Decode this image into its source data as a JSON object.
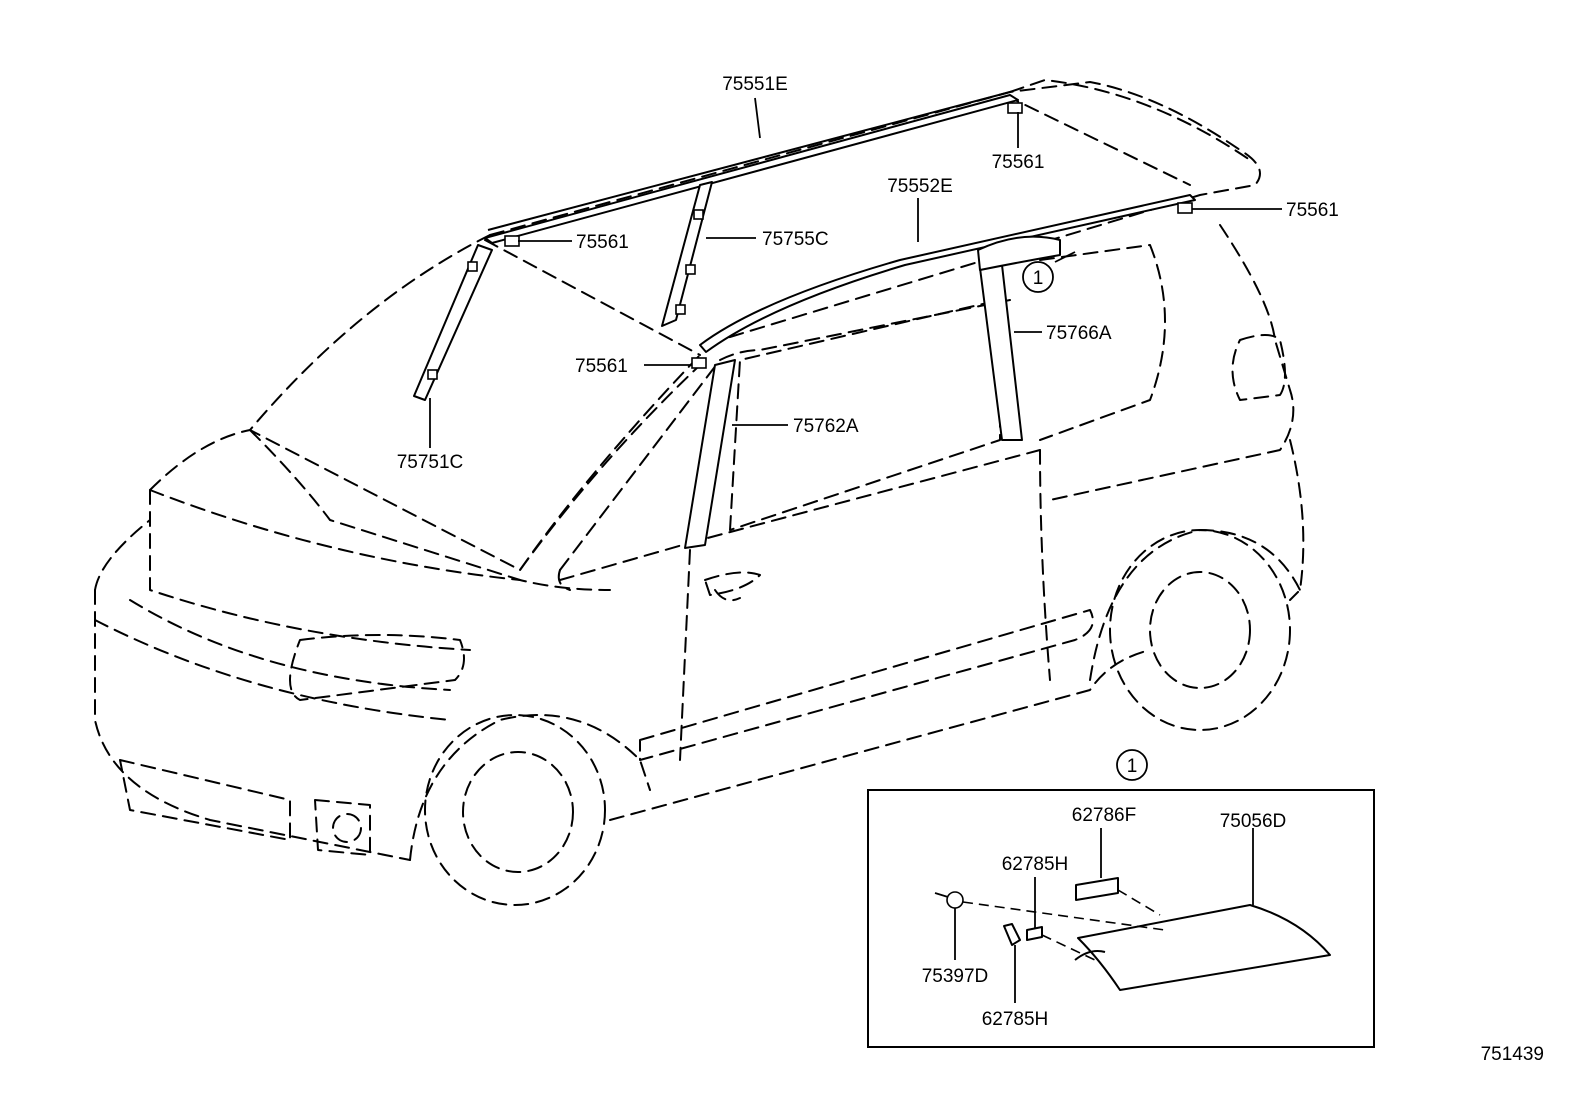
{
  "callouts": {
    "roof_molding_left": "75551E",
    "roof_molding_right": "75552E",
    "clip_roof_rear": "75561",
    "clip_roof_rear_right": "75561",
    "clip_front_pillar_top": "75561",
    "clip_front_pillar_right": "75561",
    "windshield_molding_left": "75751C",
    "windshield_molding_right": "75755C",
    "front_door_frame": "75762A",
    "rear_door_frame": "75766A",
    "detail_ref_marker": "1",
    "detail_box_marker": "1",
    "detail_part_bracket": "62786F",
    "detail_part_clip_upper": "62785H",
    "detail_part_clip_lower": "62785H",
    "detail_part_emblem": "75056D",
    "detail_part_screw": "75397D",
    "drawing_number": "751439"
  }
}
